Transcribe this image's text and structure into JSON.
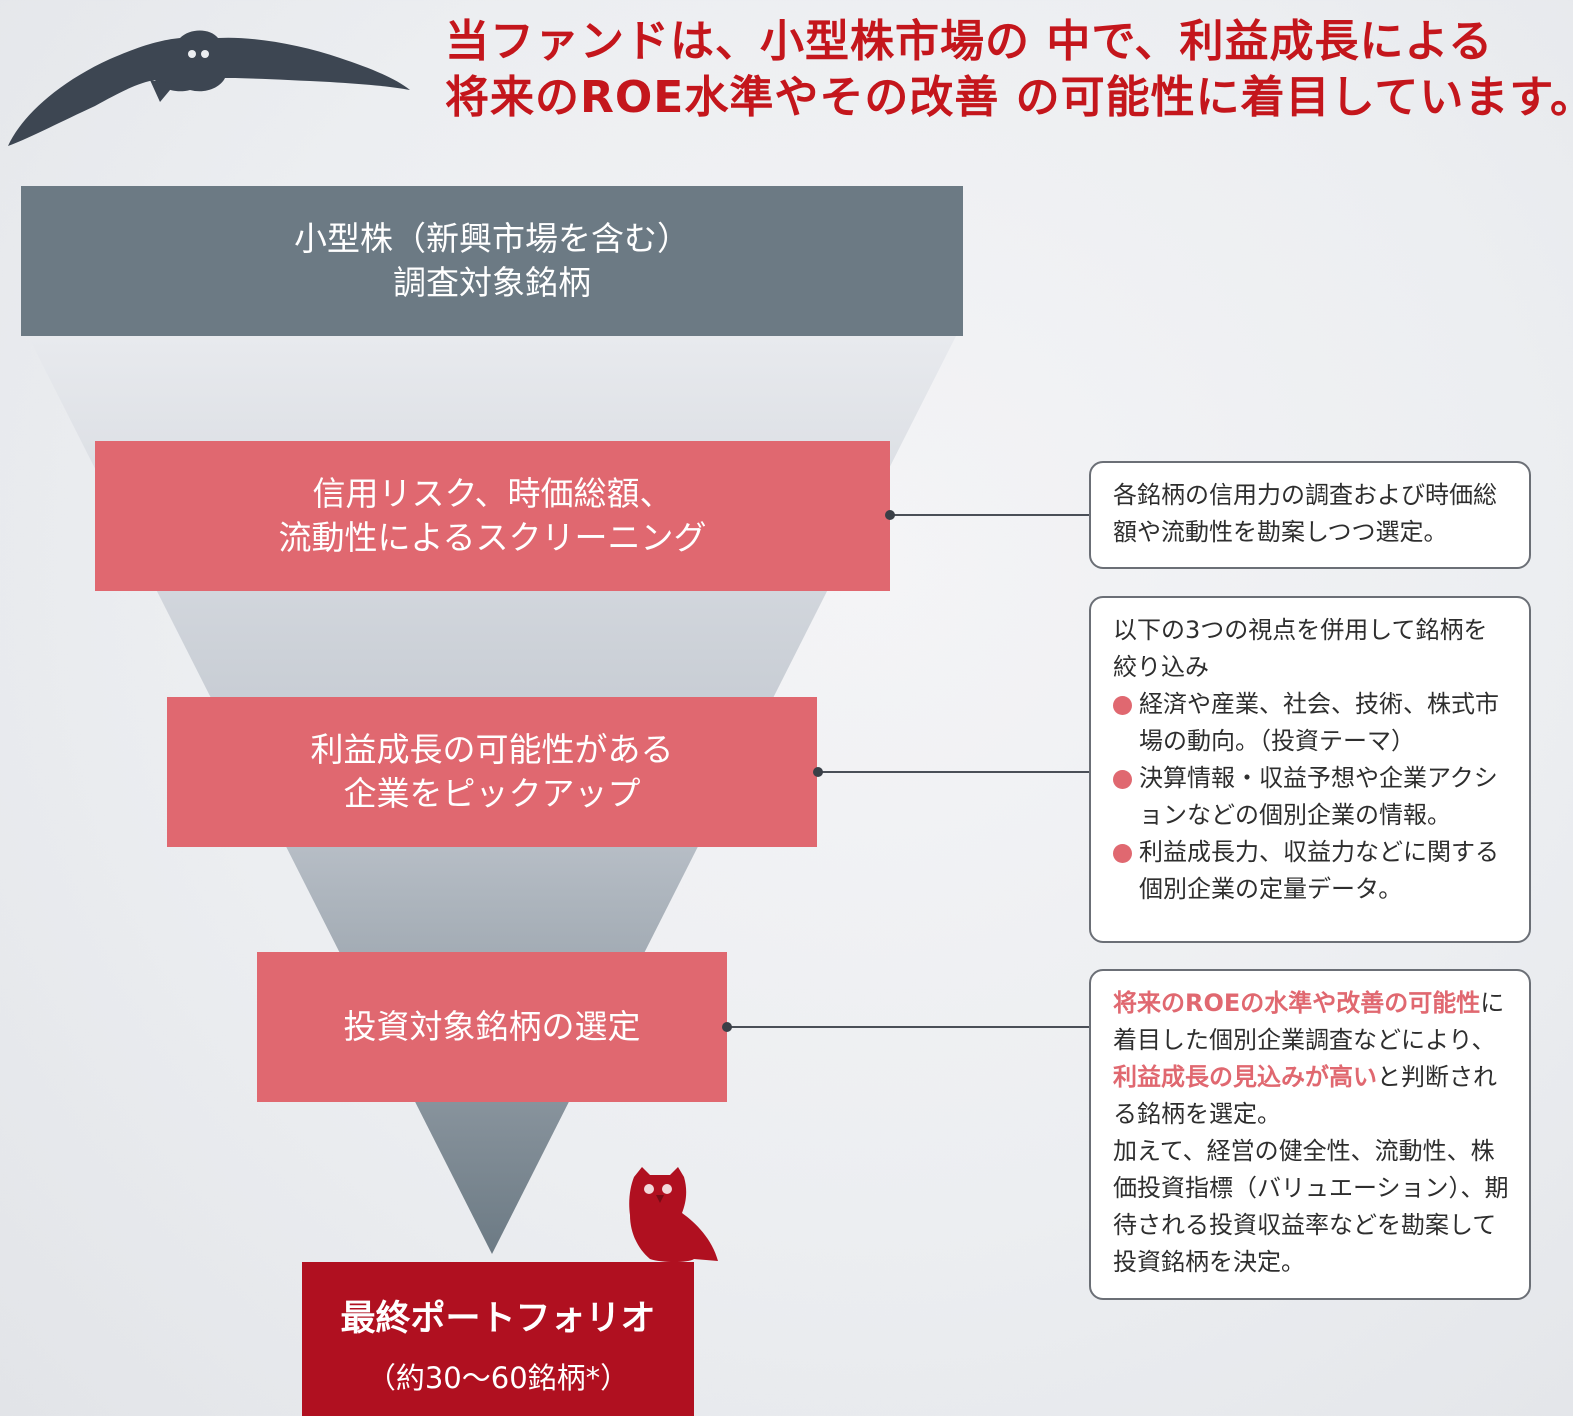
{
  "headline": {
    "line1": "当ファンドは、小型株市場の 中で、利益成長による",
    "line2": "将来のROE水準やその改善 の可能性に着目しています。"
  },
  "steps": {
    "universe": {
      "line1": "小型株（新興市場を含む）",
      "line2": "調査対象銘柄"
    },
    "screening": {
      "line1": "信用リスク、時価総額、",
      "line2": "流動性によるスクリーニング"
    },
    "pickup": {
      "line1": "利益成長の可能性がある",
      "line2": "企業をピックアップ"
    },
    "selection": {
      "line1": "投資対象銘柄の選定"
    },
    "final": {
      "title": "最終ポートフォリオ",
      "subtitle": "（約30〜60銘柄*）"
    }
  },
  "notes": {
    "screening": "各銘柄の信用力の調査および時価総額や流動性を勘案しつつ選定。",
    "pickup": {
      "intro": "以下の3つの視点を併用して銘柄を絞り込み",
      "bullets": [
        "経済や産業、社会、技術、株式市場の動向。（投資テーマ）",
        "決算情報・収益予想や企業アクションなどの個別企業の情報。",
        "利益成長力、収益力などに関する個別企業の定量データ。"
      ]
    },
    "selection": {
      "hl1": "将来のROEの水準や改善の可能性",
      "text1": "に着目した個別企業調査などにより、",
      "hl2": "利益成長の見込みが高い",
      "text2": "と判断される銘柄を選定。",
      "text3": "加えて、経営の健全性、流動性、株価投資指標（バリュエーション）、期待される投資収益率などを勘案して投資銘柄を決定。"
    }
  },
  "colors": {
    "headline": "#c4161c",
    "gray_box": "#6c7a84",
    "pink_box": "#e06870",
    "final_box": "#b01020",
    "highlight": "#e06870"
  },
  "icons": [
    "flying-owl-icon",
    "perched-owl-icon",
    "bullet-dot-icon"
  ]
}
